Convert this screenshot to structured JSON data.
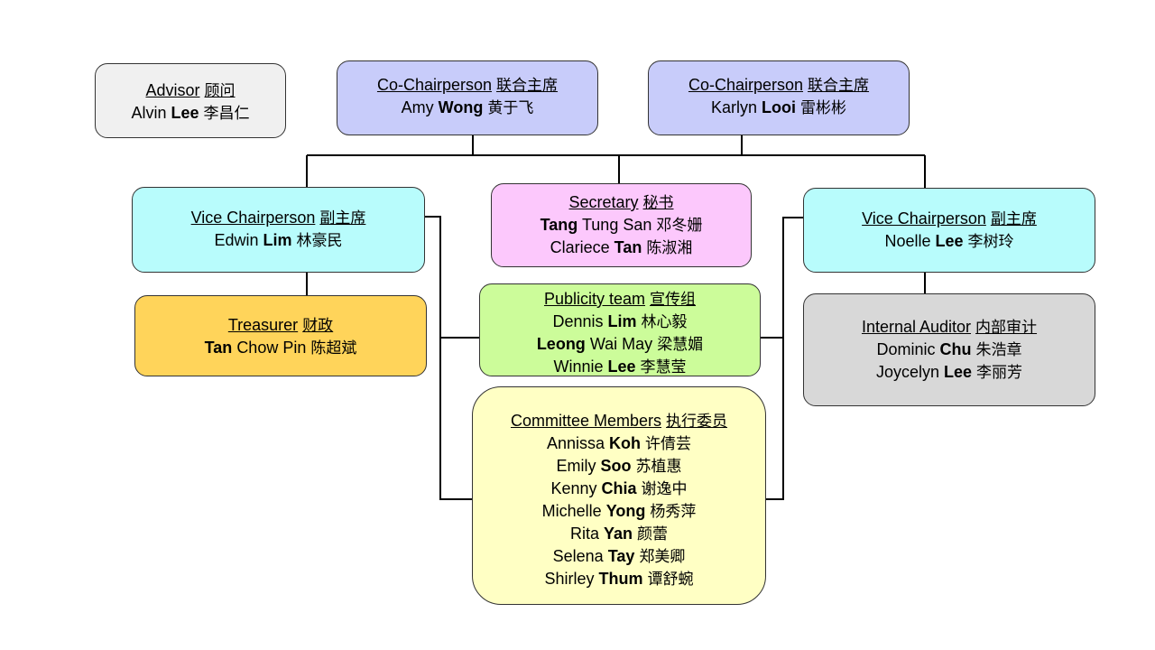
{
  "colors": {
    "advisor": "#f0f0f0",
    "co_chair": "#c8ccfa",
    "vice_chair": "#b8fcfc",
    "secretary": "#fcc8fc",
    "treasurer": "#ffd45a",
    "publicity": "#ccfc9a",
    "committee": "#ffffc4",
    "auditor": "#d8d8d8"
  },
  "advisor": {
    "role": "Advisor",
    "role_cn": "顾问",
    "people": [
      {
        "given": "Alvin",
        "surname": "Lee",
        "cn": "李昌仁"
      }
    ]
  },
  "co_chair_1": {
    "role": "Co-Chairperson",
    "role_cn": "联合主席",
    "people": [
      {
        "given": "Amy",
        "surname": "Wong",
        "cn": "黄于飞"
      }
    ]
  },
  "co_chair_2": {
    "role": "Co-Chairperson",
    "role_cn": "联合主席",
    "people": [
      {
        "given": "Karlyn",
        "surname": "Looi",
        "cn": "雷彬彬"
      }
    ]
  },
  "vice_chair_left": {
    "role": "Vice Chairperson",
    "role_cn": "副主席",
    "people": [
      {
        "given": "Edwin",
        "surname": "Lim",
        "cn": "林豪民"
      }
    ]
  },
  "secretary": {
    "role": "Secretary",
    "role_cn": "秘书",
    "people": [
      {
        "surname": "Tang",
        "given": "Tung San",
        "cn": "邓冬姗",
        "surname_first": true
      },
      {
        "given": "Clariece",
        "surname": "Tan",
        "cn": "陈淑湘"
      }
    ]
  },
  "vice_chair_right": {
    "role": "Vice Chairperson",
    "role_cn": "副主席",
    "people": [
      {
        "given": "Noelle",
        "surname": "Lee",
        "cn": "李树玲"
      }
    ]
  },
  "treasurer": {
    "role": "Treasurer",
    "role_cn": "财政",
    "people": [
      {
        "surname": "Tan",
        "given": "Chow Pin",
        "cn": "陈超斌",
        "surname_first": true
      }
    ]
  },
  "publicity": {
    "role": "Publicity team",
    "role_cn": "宣传组",
    "people": [
      {
        "given": "Dennis",
        "surname": "Lim",
        "cn": "林心毅"
      },
      {
        "surname": "Leong",
        "given": "Wai May",
        "cn": "梁慧媚",
        "surname_first": true
      },
      {
        "given": "Winnie",
        "surname": "Lee",
        "cn": "李慧莹"
      }
    ]
  },
  "auditor": {
    "role": "Internal Auditor",
    "role_cn": "内部审计",
    "people": [
      {
        "given": "Dominic",
        "surname": "Chu",
        "cn": "朱浩章"
      },
      {
        "given": "Joycelyn",
        "surname": "Lee",
        "cn": "李丽芳"
      }
    ]
  },
  "committee": {
    "role": "Committee Members",
    "role_cn": "执行委员",
    "people": [
      {
        "given": "Annissa",
        "surname": "Koh",
        "cn": "许倩芸"
      },
      {
        "given": "Emily",
        "surname": "Soo",
        "cn": "苏植惠"
      },
      {
        "given": "Kenny",
        "surname": "Chia",
        "cn": "谢逸中"
      },
      {
        "given": "Michelle",
        "surname": "Yong",
        "cn": "杨秀萍"
      },
      {
        "given": "Rita",
        "surname": "Yan",
        "cn": "颜蕾"
      },
      {
        "given": "Selena",
        "surname": "Tay",
        "cn": "郑美卿"
      },
      {
        "given": "Shirley",
        "surname": "Thum",
        "cn": "谭舒蜿"
      }
    ]
  }
}
